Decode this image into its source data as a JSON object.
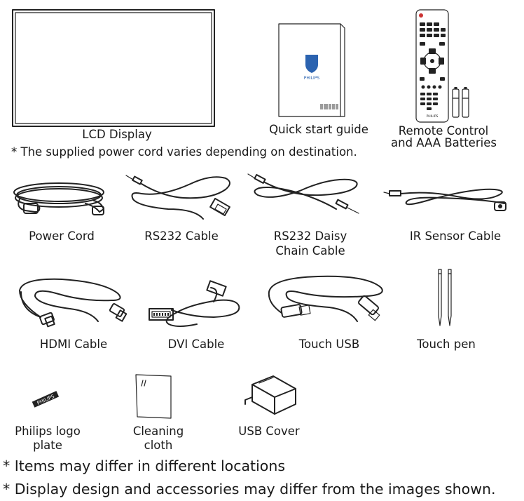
{
  "items": {
    "lcd_display": "LCD Display",
    "quick_start_guide": "Quick start guide",
    "remote_control": [
      "Remote Control",
      "and AAA Batteries"
    ],
    "power_cord": "Power Cord",
    "rs232_cable": "RS232 Cable",
    "rs232_daisy_chain_cable": [
      "RS232 Daisy",
      "Chain Cable"
    ],
    "ir_sensor_cable": "IR Sensor Cable",
    "hdmi_cable": "HDMI Cable",
    "dvi_cable": "DVI Cable",
    "touch_usb": "Touch USB",
    "touch_pen": "Touch pen",
    "philips_logo_plate": [
      "Philips logo",
      "plate"
    ],
    "cleaning_cloth": [
      "Cleaning",
      "cloth"
    ],
    "usb_cover": "USB Cover"
  },
  "notes": {
    "power_cord_note": "* The supplied power cord varies depending on destination.",
    "items_differ": "* Items may differ in different locations",
    "design_differ": "* Display design and accessories may differ from the images shown."
  },
  "brand": {
    "remote_logo_text": "PHILIPS",
    "plate_text": "PHILIPS"
  }
}
